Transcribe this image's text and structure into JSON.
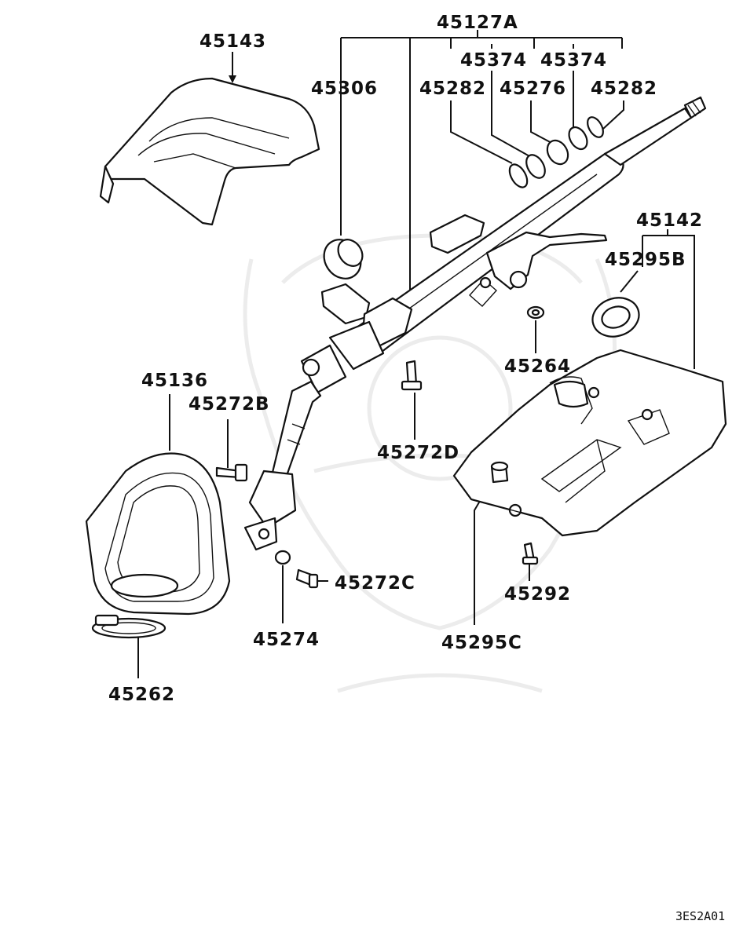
{
  "diagram": {
    "drawing_code": "3ES2A01",
    "labels": {
      "p45143": "45143",
      "p45127A": "45127A",
      "p45306": "45306",
      "p45374a": "45374",
      "p45374b": "45374",
      "p45282a": "45282",
      "p45276": "45276",
      "p45282b": "45282",
      "p45142": "45142",
      "p45295B": "45295B",
      "p45264": "45264",
      "p45136": "45136",
      "p45272B": "45272B",
      "p45272D": "45272D",
      "p45272C": "45272C",
      "p45274": "45274",
      "p45295C": "45295C",
      "p45292": "45292",
      "p45262": "45262"
    }
  }
}
